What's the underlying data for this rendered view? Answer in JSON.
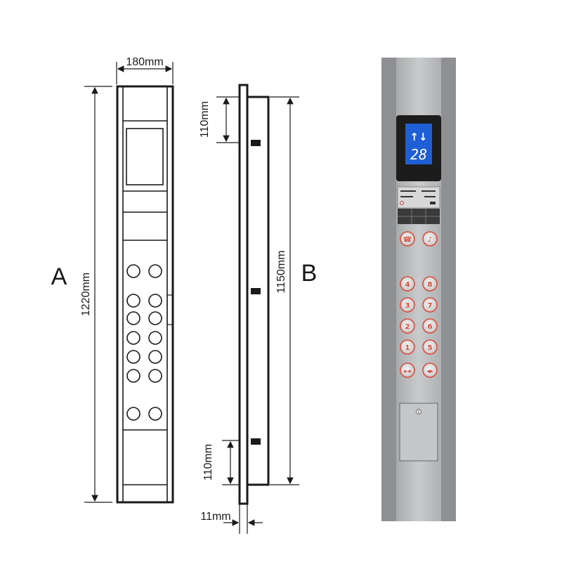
{
  "front_view": {
    "label": "A",
    "width_label": "180mm",
    "height_label": "1220mm",
    "button_rows": 7
  },
  "side_view": {
    "label": "B",
    "top_offset_label": "110mm",
    "bottom_offset_label": "110mm",
    "height_label": "1150mm",
    "thickness_label": "11mm"
  },
  "photo": {
    "display_text": "28",
    "arrows": "↑↓",
    "button_glyphs": [
      "4",
      "8",
      "3",
      "7",
      "2",
      "6",
      "1",
      "5"
    ],
    "colors": {
      "panel": "#b9bbbd",
      "frame": "#8e9092",
      "display_bg": "#1f5fd6",
      "button_ring": "#d94a3a"
    }
  }
}
